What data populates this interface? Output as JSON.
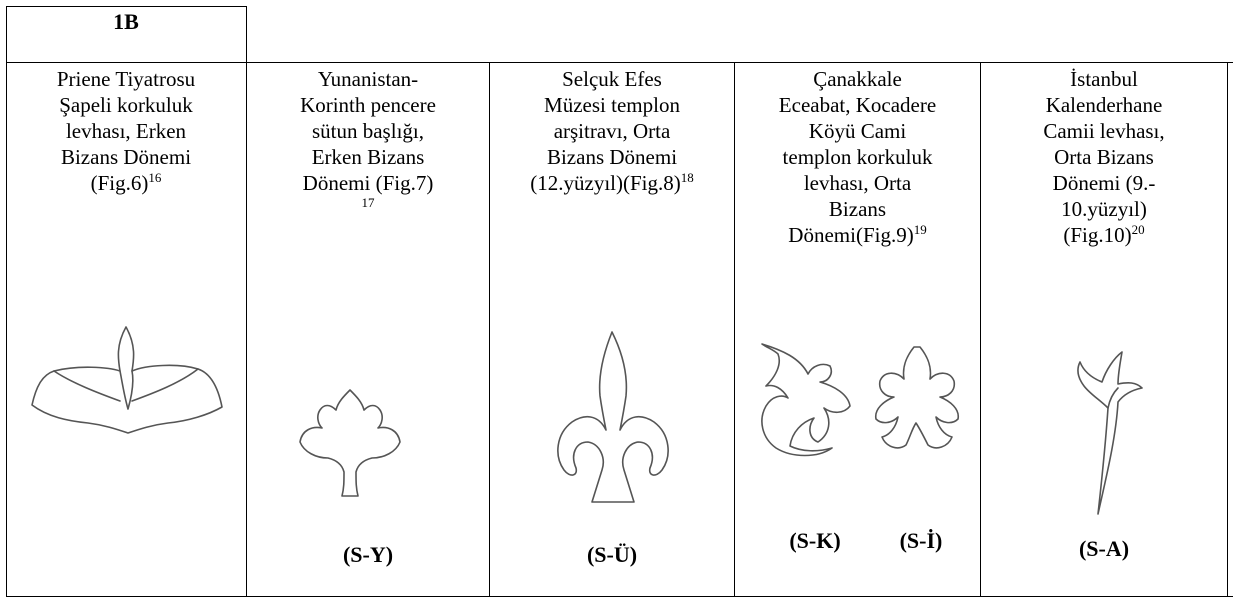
{
  "header": {
    "label": "1B"
  },
  "columns": [
    {
      "caption": [
        "Priene Tiyatrosu",
        "Şapeli korkuluk",
        "levhası, Erken",
        "Bizans Dönemi"
      ],
      "fig": "(Fig.6)",
      "note": "16",
      "code": ""
    },
    {
      "caption": [
        "Yunanistan-",
        "Korinth pencere",
        "sütun başlığı,",
        "Erken Bizans",
        "Dönemi (Fig.7)"
      ],
      "fig": "",
      "note": "17",
      "code": "(S-Y)"
    },
    {
      "caption": [
        "Selçuk Efes",
        "Müzesi templon",
        "arşitravı, Orta",
        "Bizans Dönemi"
      ],
      "fig": "(12.yüzyıl)(Fig.8)",
      "note": "18",
      "code": "(S-Ü)"
    },
    {
      "caption": [
        "Çanakkale",
        "Eceabat, Kocadere",
        "Köyü Cami",
        "templon korkuluk",
        "levhası, Orta",
        "Bizans"
      ],
      "fig": "Dönemi(Fig.9)",
      "note": "19",
      "code_left": "(S-K)",
      "code_right": "(S-İ)"
    },
    {
      "caption": [
        "İstanbul",
        "Kalenderhane",
        "Camii levhası,",
        "Orta Bizans",
        "Dönemi (9.-",
        "10.yüzyıl)"
      ],
      "fig": "(Fig.10)",
      "note": "20",
      "code": "(S-A)"
    }
  ]
}
